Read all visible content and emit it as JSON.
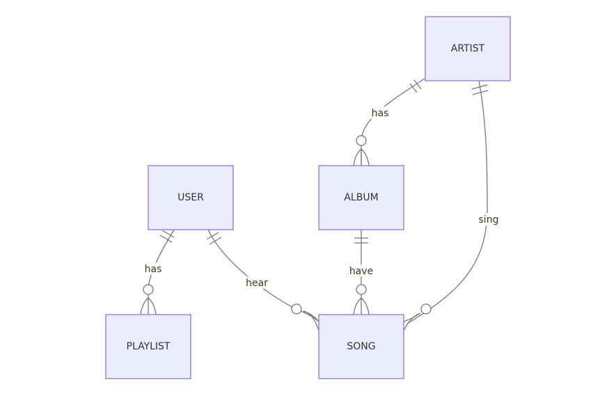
{
  "entities": {
    "artist": "ARTIST",
    "album": "ALBUM",
    "user": "USER",
    "playlist": "PLAYLIST",
    "song": "SONG"
  },
  "relationships": {
    "artist_album": "has",
    "artist_song": "sing",
    "album_song": "have",
    "user_playlist": "has",
    "user_song": "hear"
  },
  "colors": {
    "entity_fill": "#ECECFF",
    "entity_stroke": "#9370DB",
    "edge": "#777777"
  }
}
